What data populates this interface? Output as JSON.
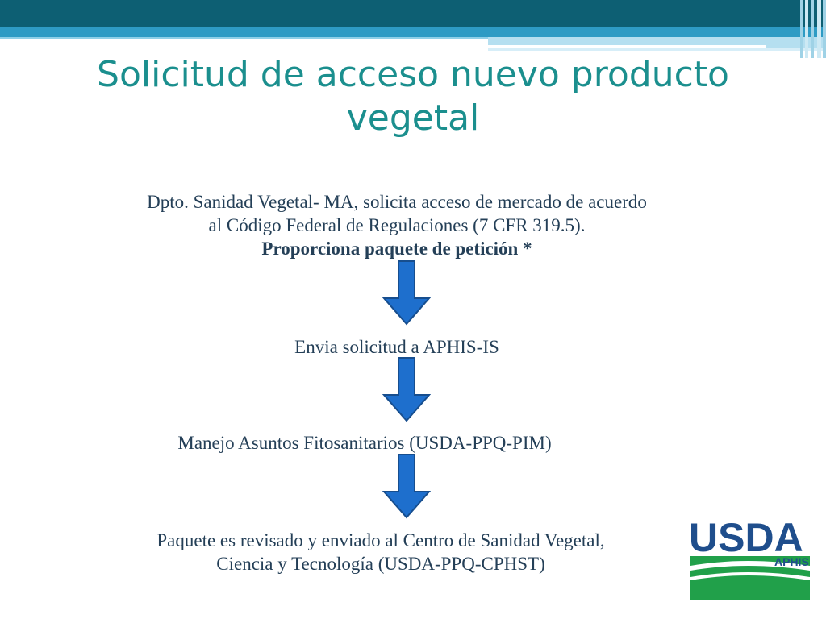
{
  "slide": {
    "title": "Solicitud de acceso nuevo producto vegetal"
  },
  "steps": [
    {
      "lines": [
        "Dpto. Sanidad Vegetal- MA, solicita acceso de mercado de acuerdo",
        "al Código Federal de Regulaciones (7 CFR 319.5)."
      ],
      "bold": "Proporciona paquete de petición *"
    },
    {
      "text": "Envia solicitud a APHIS-IS"
    },
    {
      "text": "Manejo Asuntos Fitosanitarios (USDA-PPQ-PIM)"
    },
    {
      "lines": [
        "Paquete es revisado y enviado al Centro de Sanidad Vegetal,",
        "Ciencia y Tecnología (USDA-PPQ-CPHST)"
      ]
    }
  ],
  "logo": {
    "name": "USDA",
    "sub": "APHIS"
  },
  "colors": {
    "header_dark": "#0d5f73",
    "header_light": "#2e9bc4",
    "title": "#1b8f8e",
    "body_text": "#243f57",
    "arrow": "#1e6fcd",
    "logo_blue": "#1f4e8c",
    "logo_green": "#21a04a"
  }
}
